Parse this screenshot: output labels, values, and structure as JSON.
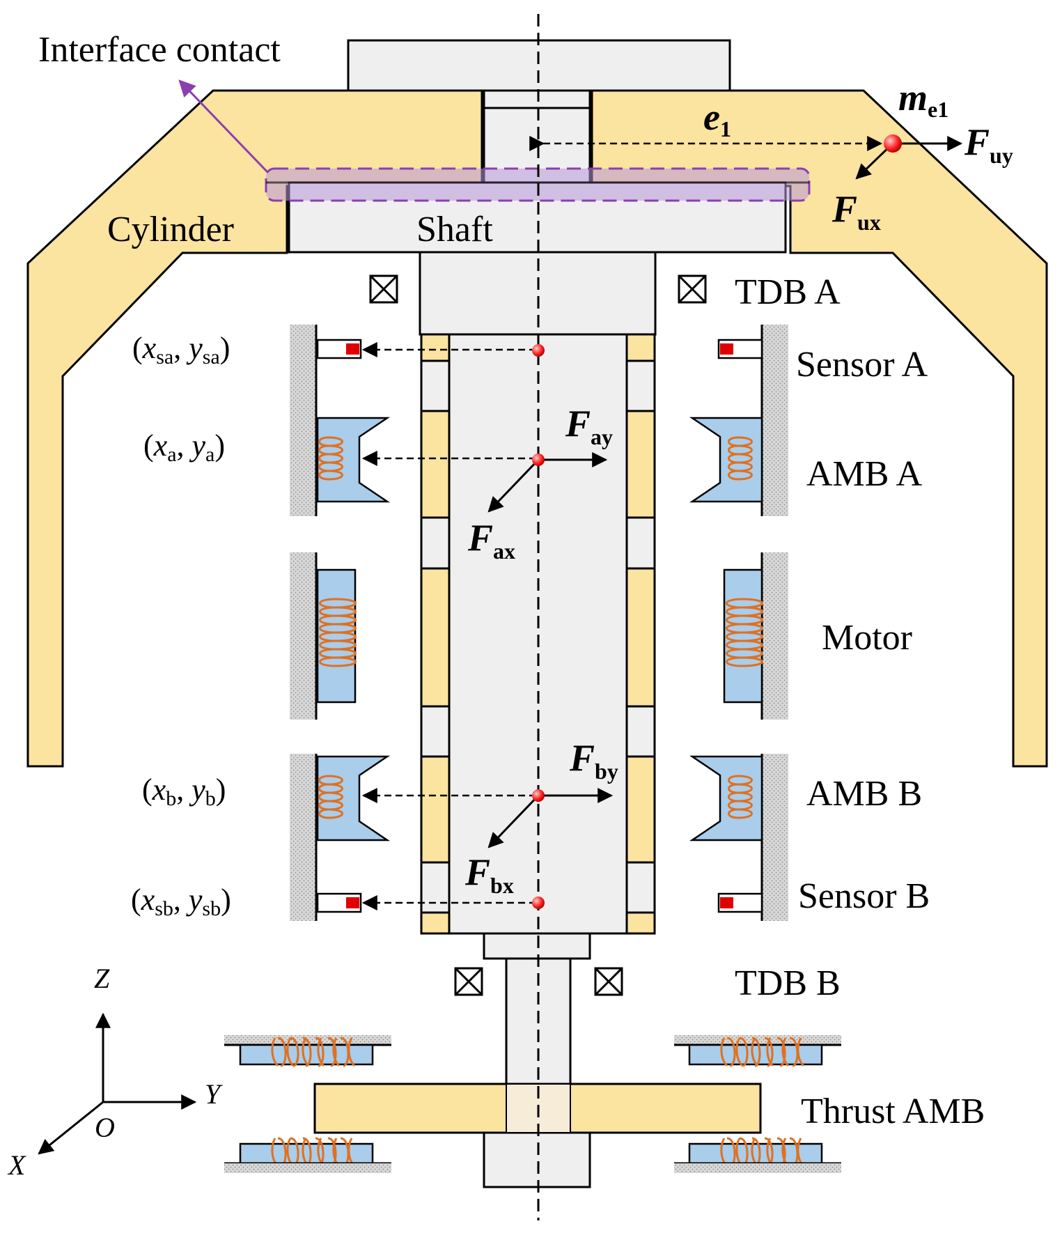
{
  "labels": {
    "interface_contact": "Interface contact",
    "cylinder": "Cylinder",
    "shaft": "Shaft",
    "tdb_a": "TDB A",
    "tdb_b": "TDB B",
    "sensor_a": "Sensor A",
    "sensor_b": "Sensor B",
    "amb_a": "AMB A",
    "amb_b": "AMB B",
    "motor": "Motor",
    "thrust_amb": "Thrust AMB"
  },
  "symbols": {
    "me1": {
      "main": "m",
      "sub": "e1"
    },
    "e1": {
      "main": "e",
      "sub": "1"
    },
    "fuy": {
      "main": "F",
      "sub": "uy"
    },
    "fux": {
      "main": "F",
      "sub": "ux"
    },
    "fay": {
      "main": "F",
      "sub": "ay"
    },
    "fax": {
      "main": "F",
      "sub": "ax"
    },
    "fby": {
      "main": "F",
      "sub": "by"
    },
    "fbx": {
      "main": "F",
      "sub": "bx"
    }
  },
  "coords": {
    "sa": {
      "x": "x",
      "xs": "sa",
      "y": "y",
      "ys": "sa"
    },
    "a": {
      "x": "x",
      "xs": "a",
      "y": "y",
      "ys": "a"
    },
    "b": {
      "x": "x",
      "xs": "b",
      "y": "y",
      "ys": "b"
    },
    "sb": {
      "x": "x",
      "xs": "sb",
      "y": "y",
      "ys": "sb"
    }
  },
  "axes": {
    "z": "Z",
    "y": "Y",
    "x": "X",
    "o": "O"
  },
  "colors": {
    "cylinder_fill": "#fbe3a0",
    "shaft_fill": "#efefef",
    "stator_fill": "#a9cdea",
    "coil": "#e07020",
    "interface": "#8a3fb0",
    "marker": "#ff3030"
  }
}
